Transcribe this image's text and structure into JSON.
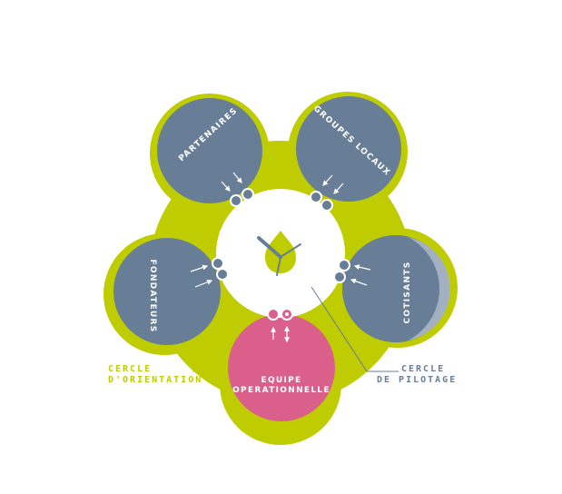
{
  "colors": {
    "green": "#bfcc00",
    "slate": "#687e97",
    "slate_light": "#a9b6c6",
    "pink": "#da5f8b",
    "white": "#ffffff"
  },
  "circles": {
    "partenaires": "PARTENAIRES",
    "groupes_locaux": "GROUPES LOCAUX",
    "fondateurs": "FONDATEURS",
    "cotisants": "COTISANTS",
    "equipe_line1": "EQUIPE",
    "equipe_line2": "OPERATIONNELLE"
  },
  "legend": {
    "orientation_line1": "CERCLE",
    "orientation_line2": "D'ORIENTATION",
    "pilotage_line1": "CERCLE",
    "pilotage_line2": "DE PILOTAGE"
  },
  "icons": {
    "center": "clock-drop-icon",
    "connector": "connector-dot-icon",
    "arrow_in": "arrow-in-icon",
    "arrow_bidirectional": "arrow-updown-icon"
  }
}
